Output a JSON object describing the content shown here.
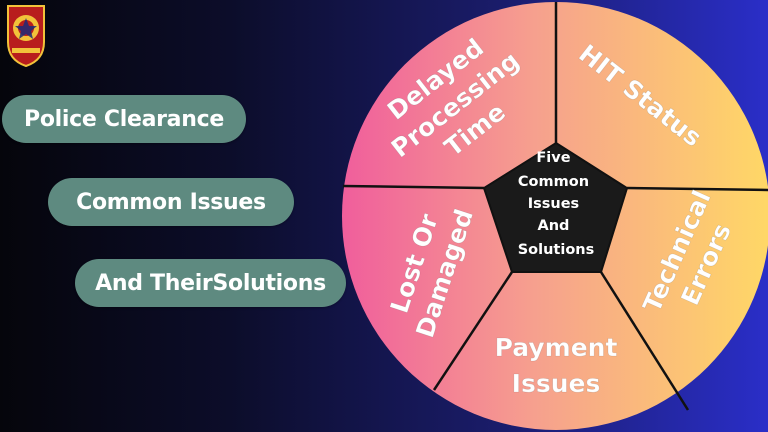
{
  "pills": {
    "line1": "Police Clearance",
    "line2": "Common Issues",
    "line3": "And TheirSolutions"
  },
  "wheel": {
    "center": [
      "Five",
      "Common",
      "Issues",
      "And",
      "Solutions"
    ],
    "segments": {
      "delayed": [
        "Delayed",
        "Processing",
        "Time"
      ],
      "hit": [
        "HIT Status"
      ],
      "technical": [
        "Technical",
        "Errors"
      ],
      "payment": [
        "Payment",
        "Issues"
      ],
      "lost": [
        "Lost Or",
        "Damaged"
      ]
    }
  },
  "colors": {
    "pill": "#5e8a80",
    "wheel_pink": "#f2609a",
    "wheel_peach": "#f7a88a",
    "wheel_yellow": "#ffd466",
    "pentagon": "#1a1a1a"
  }
}
